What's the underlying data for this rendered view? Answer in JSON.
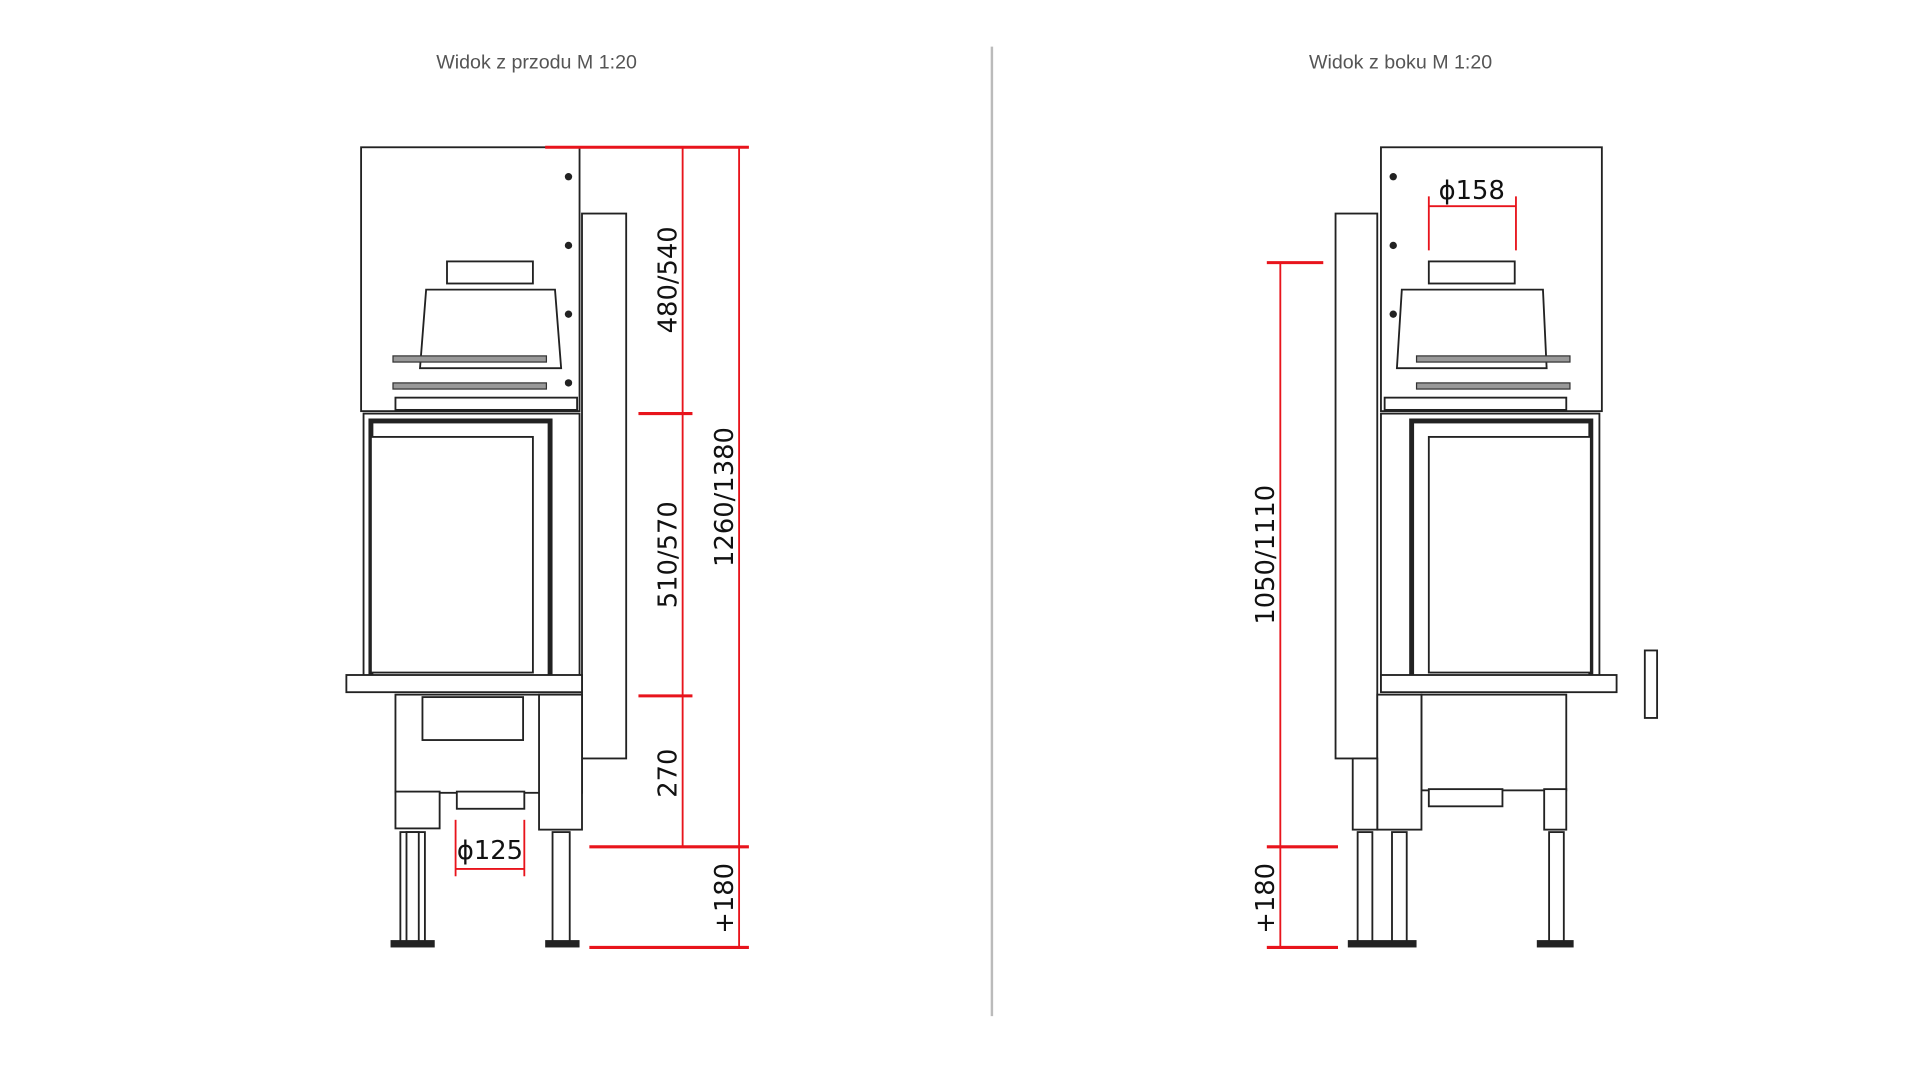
{
  "front_view": {
    "title": "Widok z przodu M 1:20",
    "dims": {
      "top": "480/540",
      "middle": "510/570",
      "bottom": "270",
      "total": "1260/1380",
      "legs": "+180",
      "flue": "ϕ125"
    }
  },
  "side_view": {
    "title": "Widok z boku M 1:20",
    "dims": {
      "flue": "ϕ158",
      "height": "1050/1110",
      "legs": "+180"
    }
  },
  "colors": {
    "dimension": "#e8141c",
    "line": "#222222",
    "divider": "#bbbbbb"
  }
}
